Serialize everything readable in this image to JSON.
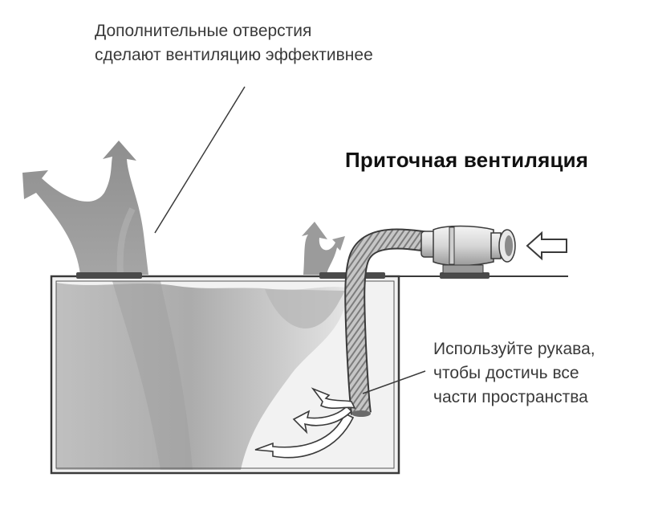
{
  "title": "Приточная вентиляция",
  "annotations": {
    "holes": {
      "line1": "Дополнительные отверстия",
      "line2": "сделают вентиляцию эффективнее"
    },
    "sleeves": {
      "line1": "Используйте рукава,",
      "line2": "чтобы достичь все",
      "line3": "части пространства"
    }
  },
  "colors": {
    "outline": "#3a3a3a",
    "airflow": "#9a9a9a",
    "hose": "#b5b5b5",
    "text": "#3a3a3a",
    "title": "#111111"
  }
}
